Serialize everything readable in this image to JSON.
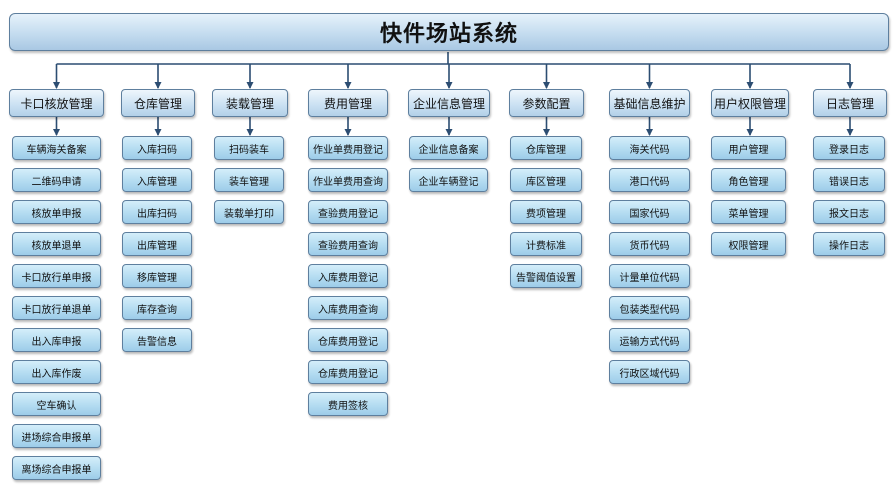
{
  "root": {
    "label": "快件场站系统"
  },
  "colors": {
    "connector": "#2c4d72",
    "box_border": "#5e7f9e"
  },
  "modules": [
    {
      "label": "卡口核放管理",
      "children": [
        "车辆海关备案",
        "二维码申请",
        "核放单申报",
        "核放单退单",
        "卡口放行单申报",
        "卡口放行单退单",
        "出入库申报",
        "出入库作废",
        "空车确认",
        "进场综合申报单",
        "离场综合申报单"
      ]
    },
    {
      "label": "仓库管理",
      "children": [
        "入库扫码",
        "入库管理",
        "出库扫码",
        "出库管理",
        "移库管理",
        "库存查询",
        "告警信息"
      ]
    },
    {
      "label": "装载管理",
      "children": [
        "扫码装车",
        "装车管理",
        "装载单打印"
      ]
    },
    {
      "label": "费用管理",
      "children": [
        "作业单费用登记",
        "作业单费用查询",
        "查验费用登记",
        "查验费用查询",
        "入库费用登记",
        "入库费用查询",
        "仓库费用登记",
        "仓库费用登记",
        "费用签核"
      ]
    },
    {
      "label": "企业信息管理",
      "children": [
        "企业信息备案",
        "企业车辆登记"
      ]
    },
    {
      "label": "参数配置",
      "children": [
        "仓库管理",
        "库区管理",
        "费项管理",
        "计费标准",
        "告警阈值设置"
      ]
    },
    {
      "label": "基础信息维护",
      "children": [
        "海关代码",
        "港口代码",
        "国家代码",
        "货币代码",
        "计量单位代码",
        "包装类型代码",
        "运输方式代码",
        "行政区域代码"
      ]
    },
    {
      "label": "用户权限管理",
      "children": [
        "用户管理",
        "角色管理",
        "菜单管理",
        "权限管理"
      ]
    },
    {
      "label": "日志管理",
      "children": [
        "登录日志",
        "错误日志",
        "报文日志",
        "操作日志"
      ]
    }
  ]
}
